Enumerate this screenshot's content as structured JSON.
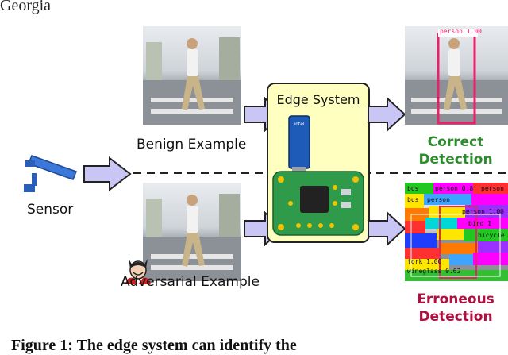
{
  "header": {
    "fragment": "Georgia"
  },
  "labels": {
    "sensor": "Sensor",
    "benign": "Benign Example",
    "adversarial": "Adversarial Example",
    "edge_system": "Edge System"
  },
  "outcomes": {
    "correct_line1": "Correct",
    "correct_line2": "Detection",
    "erroneous_line1": "Erroneous",
    "erroneous_line2": "Detection"
  },
  "detections": {
    "correct_box": "person 1.00",
    "erroneous_boxes": [
      "bus",
      "person 0.8",
      "person",
      "bus",
      "person",
      "person 1.00",
      "bird 1",
      "bicycle",
      "fork 1.00",
      "wineglass 0.62"
    ]
  },
  "caption": {
    "text": "Figure 1: The edge system can identify the"
  },
  "colors": {
    "arrow_fill": "#c9c6f5",
    "edge_box": "#ffffc0",
    "board": "#2e9a4a",
    "correct": "#2e8b2e",
    "erroneous": "#b01040",
    "box_pink": "#e8226a"
  }
}
